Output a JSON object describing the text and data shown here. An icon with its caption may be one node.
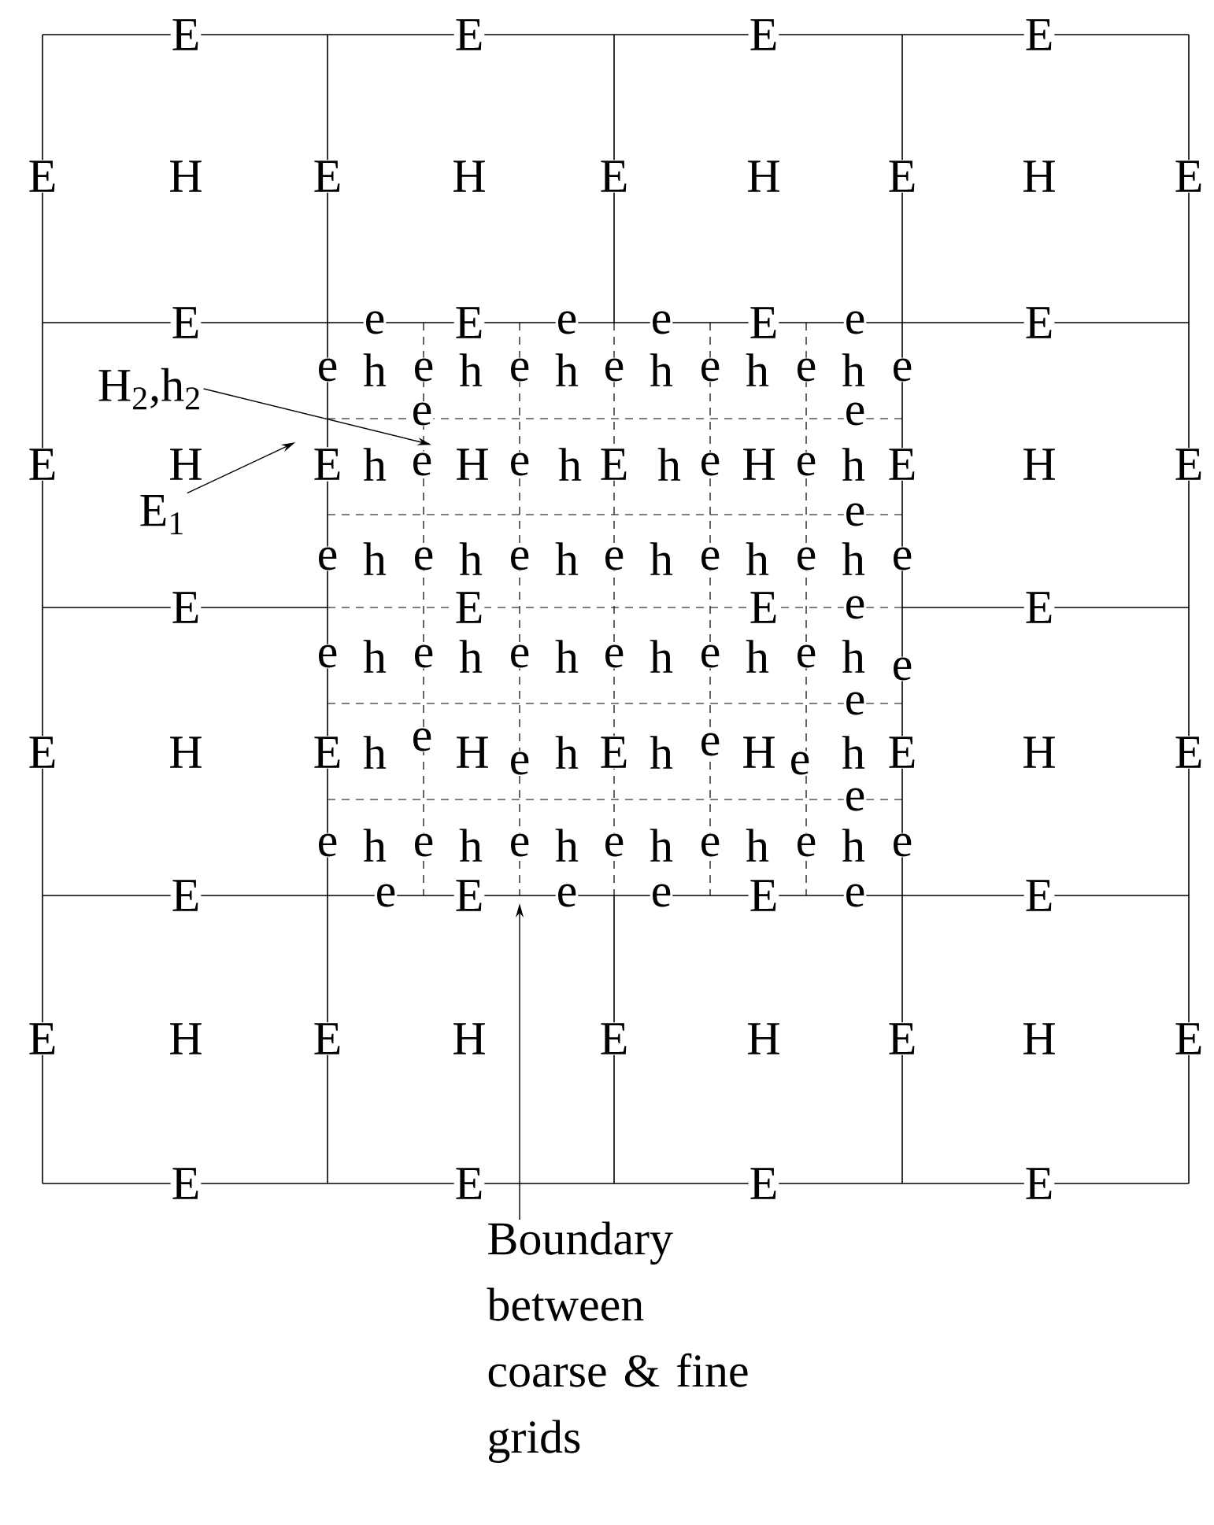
{
  "diagram": {
    "nodes": [
      {
        "text": [
          "H$_{2}$,h$_{2}$"
        ]
      },
      {
        "text": [
          "E$_{1}$"
        ]
      },
      {
        "text": [
          "E"
        ]
      },
      {
        "text": [
          "Boundary between coarse & fine grids"
        ]
      },
      {
        "text": [
          "e"
        ]
      }
    ],
    "edges": [
      {
        "from": 0,
        "to": 4,
        "arrow": "to"
      },
      {
        "from": 1,
        "to": 2,
        "arrow": "to"
      },
      {
        "from": 3,
        "to": null,
        "arrow": "to"
      }
    ],
    "labels": [
      "E",
      "E",
      "E",
      "E",
      "E",
      "H",
      "E",
      "H",
      "E",
      "H",
      "E",
      "H",
      "E",
      "E",
      "e",
      "E",
      "e",
      "e",
      "E",
      "e",
      "E",
      "e",
      "h",
      "e",
      "h",
      "e",
      "h",
      "e",
      "h",
      "e",
      "h",
      "e",
      "h",
      "e",
      "e",
      "e",
      "E",
      "H",
      "h",
      "H",
      "e",
      "h",
      "E",
      "h",
      "e",
      "H",
      "e",
      "h",
      "E",
      "H",
      "E",
      "e",
      "e",
      "h",
      "e",
      "h",
      "e",
      "h",
      "e",
      "h",
      "e",
      "h",
      "e",
      "h",
      "e",
      "E",
      "E",
      "E",
      "e",
      "E",
      "e",
      "h",
      "e",
      "h",
      "e",
      "h",
      "e",
      "h",
      "e",
      "h",
      "e",
      "h",
      "e",
      "e",
      "E",
      "H",
      "E",
      "h",
      "e",
      "H",
      "e",
      "h",
      "E",
      "h",
      "e",
      "H",
      "e",
      "h",
      "E",
      "H",
      "E",
      "e",
      "e",
      "h",
      "e",
      "h",
      "e",
      "h",
      "e",
      "h",
      "e",
      "h",
      "e",
      "h",
      "e",
      "E",
      "e",
      "E",
      "e",
      "e",
      "E",
      "e",
      "E",
      "E",
      "H",
      "E",
      "H",
      "E",
      "H",
      "E",
      "H",
      "E",
      "E",
      "E",
      "E",
      "E"
    ]
  }
}
